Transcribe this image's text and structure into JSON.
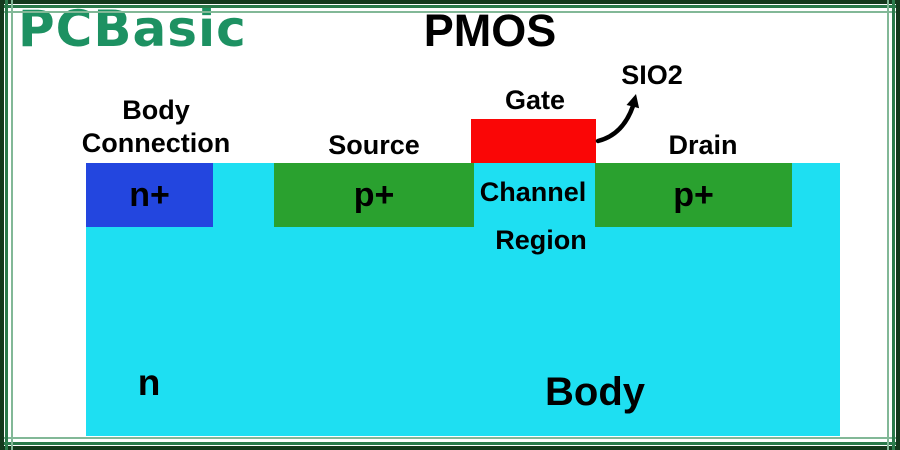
{
  "header": {
    "logo_text": "PCBasic",
    "title": "PMOS"
  },
  "diagram": {
    "terminals": {
      "body_connection": {
        "line1": "Body",
        "line2": "Connection"
      },
      "source": "Source",
      "gate": "Gate",
      "drain": "Drain"
    },
    "annotations": {
      "sio2": "SIO2",
      "channel": {
        "line1": "Channel",
        "line2": "Region"
      }
    },
    "regions": {
      "n_plus": "n+",
      "p_plus_source": "p+",
      "p_plus_drain": "p+",
      "substrate_type": "n",
      "substrate_name": "Body"
    }
  },
  "colors": {
    "substrate": "#1EDFF2",
    "n_plus": "#2346DF",
    "p_plus": "#2AA12F",
    "gate": "#FA0606",
    "logo": "#1D9162",
    "frame_dark": "#14381C",
    "frame_medium": "#2B7A4B",
    "frame_light": "#82B897"
  }
}
